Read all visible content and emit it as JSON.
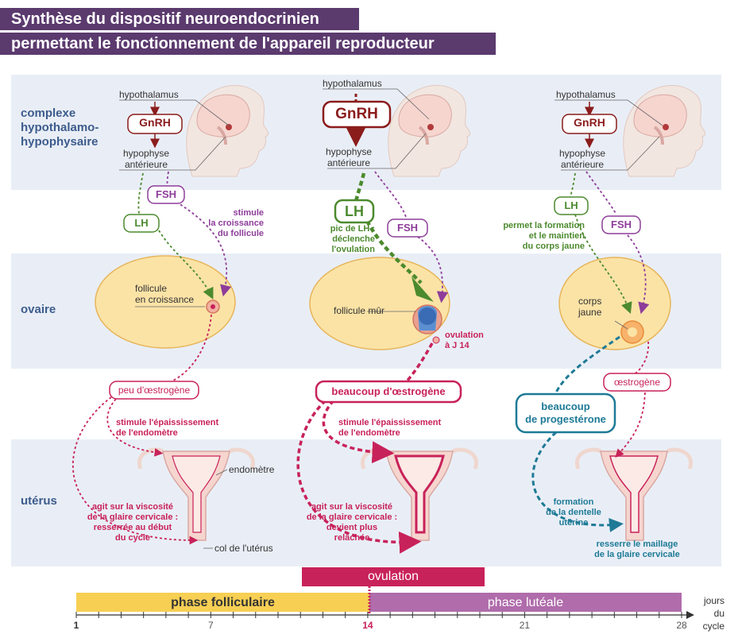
{
  "title": {
    "line1": "Synthèse du dispositif neuroendocrinien",
    "line2": "permettant le fonctionnement de l'appareil reproducteur"
  },
  "rows": {
    "complexe": "complexe\nhypothalamo-\nhypophysaire",
    "ovaire": "ovaire",
    "uterus": "utérus"
  },
  "brain": {
    "hypothalamus": "hypothalamus",
    "gnrh": "GnRH",
    "hypophyse": "hypophyse",
    "anterieure": "antérieure"
  },
  "hormones": {
    "lh": "LH",
    "fsh": "FSH"
  },
  "col1": {
    "stimule_follicule": "stimule\nla croissance\ndu follicule",
    "follicule": "follicule\nen croissance",
    "oestrogene": "peu d'œstrogène",
    "epaississement": "stimule l'épaississement\nde l'endomètre",
    "endometre": "endomètre",
    "glaire": "agit sur la viscosité\nde la glaire cervicale :\nresserrée au début\ndu cycle",
    "col": "col de l'utérus"
  },
  "col2": {
    "pic_lh": "pic de LH :\ndéclenche\nl'ovulation",
    "follicule": "follicule mûr",
    "ovulation": "ovulation\nà J 14",
    "oestrogene": "beaucoup d'œstrogène",
    "epaississement": "stimule l'épaississement\nde l'endomètre",
    "glaire": "agit sur la viscosité\nde la glaire cervicale :\ndevient plus\nrelâchée"
  },
  "col3": {
    "corps_jaune_action": "permet la formation\net le maintien\ndu corps jaune",
    "corps_jaune": "corps\njaune",
    "oestrogene": "œstrogène",
    "progesterone": "beaucoup\nde progestérone",
    "dentelle": "formation\nde la dentelle\nutérine",
    "maillage": "resserre le maillage\nde la glaire cervicale"
  },
  "timeline": {
    "ovulation": "ovulation",
    "phase_folliculaire": "phase folliculaire",
    "phase_luteale": "phase lutéale",
    "ticks": [
      "1",
      "7",
      "14",
      "21",
      "28"
    ],
    "unit": "jours\ndu\ncycle"
  },
  "colors": {
    "title_bg": "#5b3a6e",
    "band": "#e9eef6",
    "row_label": "#3d5c8c",
    "gnrh": "#8b1c1c",
    "lh": "#4c8a2e",
    "fsh": "#8e3d9a",
    "oestrogene": "#c8225a",
    "progesterone": "#1e7a96",
    "phase_folliculaire": "#f7cf53",
    "phase_luteale": "#b06cab",
    "ovulation": "#c8225a",
    "ovary": "#fbe3a6"
  }
}
